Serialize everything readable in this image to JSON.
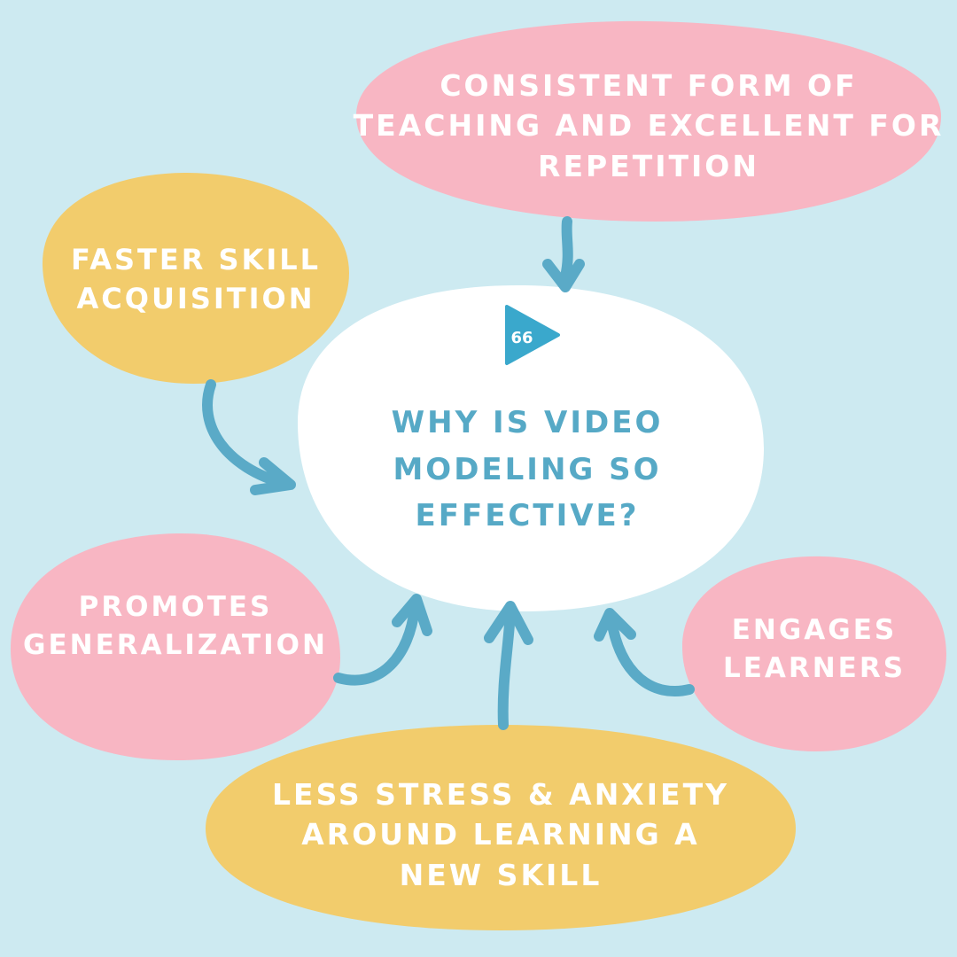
{
  "background_color": "#cdeaf1",
  "colors": {
    "pink": "#f8b6c3",
    "yellow": "#f2cc6c",
    "white": "#ffffff",
    "arrow": "#5aaac7",
    "center_text": "#56a9c6",
    "logo": "#3aa8cc"
  },
  "logo": {
    "icon": "quote-play-icon",
    "glyph": "66"
  },
  "center": {
    "lines": [
      "Why is video",
      "modeling so",
      "effective?"
    ]
  },
  "nodes": {
    "top": {
      "lines": [
        "Consistent form of",
        "teaching and excellent for",
        "repetition"
      ]
    },
    "top_left": {
      "lines": [
        "Faster skill",
        "acquisition"
      ]
    },
    "left": {
      "lines": [
        "Promotes",
        "generalization"
      ]
    },
    "bottom": {
      "lines": [
        "Less stress & anxiety",
        "around learning a",
        "new skill"
      ]
    },
    "right": {
      "lines": [
        "Engages",
        "learners"
      ]
    }
  }
}
